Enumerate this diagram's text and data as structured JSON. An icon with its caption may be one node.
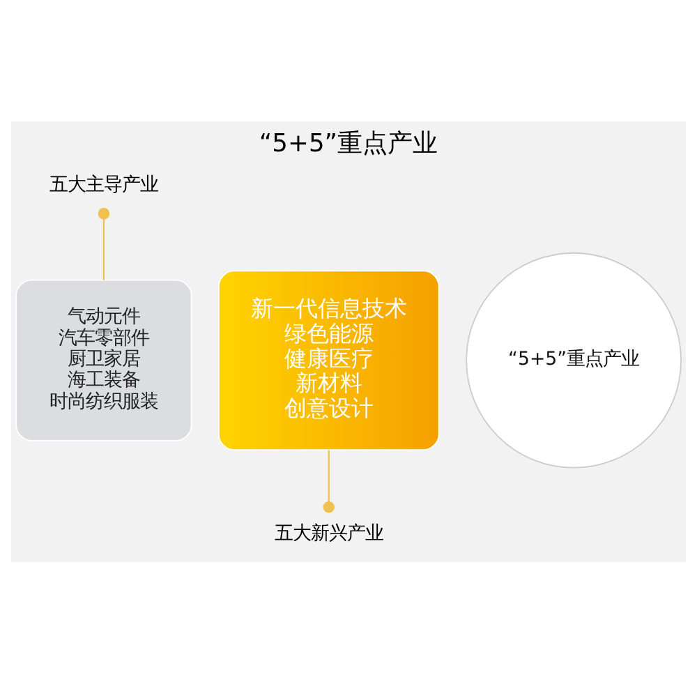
{
  "diagram": {
    "title": "“5+5”重点产业",
    "nodes": [
      {
        "text": [
          "气动元件",
          "汽车零部件",
          "厨卫家居",
          "海工装备",
          "时尚纺织服装"
        ]
      },
      {
        "text": [
          "新一代信息技术",
          "绿色能源",
          "健康医疗",
          "新材料",
          "创意设计"
        ]
      },
      {
        "text": [
          "“5+5”重点产业"
        ]
      },
      {
        "text": [
          "五大主导产业"
        ]
      },
      {
        "text": [
          "五大新兴产业"
        ]
      }
    ],
    "edges": [
      {
        "from": 3,
        "to": 0,
        "arrow": "other"
      },
      {
        "from": 1,
        "to": 4,
        "arrow": "other"
      }
    ]
  }
}
